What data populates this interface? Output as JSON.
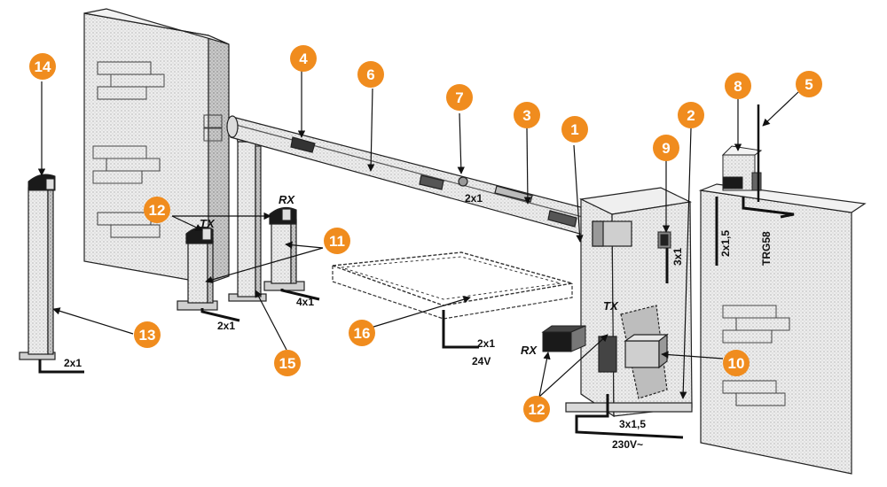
{
  "callout_color": "#f08c1e",
  "callouts": [
    {
      "id": "14",
      "label": "14"
    },
    {
      "id": "4",
      "label": "4"
    },
    {
      "id": "6",
      "label": "6"
    },
    {
      "id": "7",
      "label": "7"
    },
    {
      "id": "3",
      "label": "3"
    },
    {
      "id": "1",
      "label": "1"
    },
    {
      "id": "2",
      "label": "2"
    },
    {
      "id": "9",
      "label": "9"
    },
    {
      "id": "8",
      "label": "8"
    },
    {
      "id": "5",
      "label": "5"
    },
    {
      "id": "12a",
      "label": "12"
    },
    {
      "id": "11",
      "label": "11"
    },
    {
      "id": "13",
      "label": "13"
    },
    {
      "id": "15",
      "label": "15"
    },
    {
      "id": "16",
      "label": "16"
    },
    {
      "id": "12b",
      "label": "12"
    },
    {
      "id": "10",
      "label": "10"
    }
  ],
  "device_labels": {
    "tx_left": "TX",
    "rx_left": "RX",
    "tx_right": "TX",
    "rx_right": "RX"
  },
  "wire_labels": {
    "post13": "2x1",
    "tx_post": "2x1",
    "rx_post": "4x1",
    "beam": "2x1",
    "loop_cable": "2x1",
    "loop_voltage": "24V",
    "lamp": "3x1",
    "right_a": "2x1,5",
    "right_b": "TRG58",
    "main_cable": "3x1,5",
    "main_voltage": "230V~"
  }
}
